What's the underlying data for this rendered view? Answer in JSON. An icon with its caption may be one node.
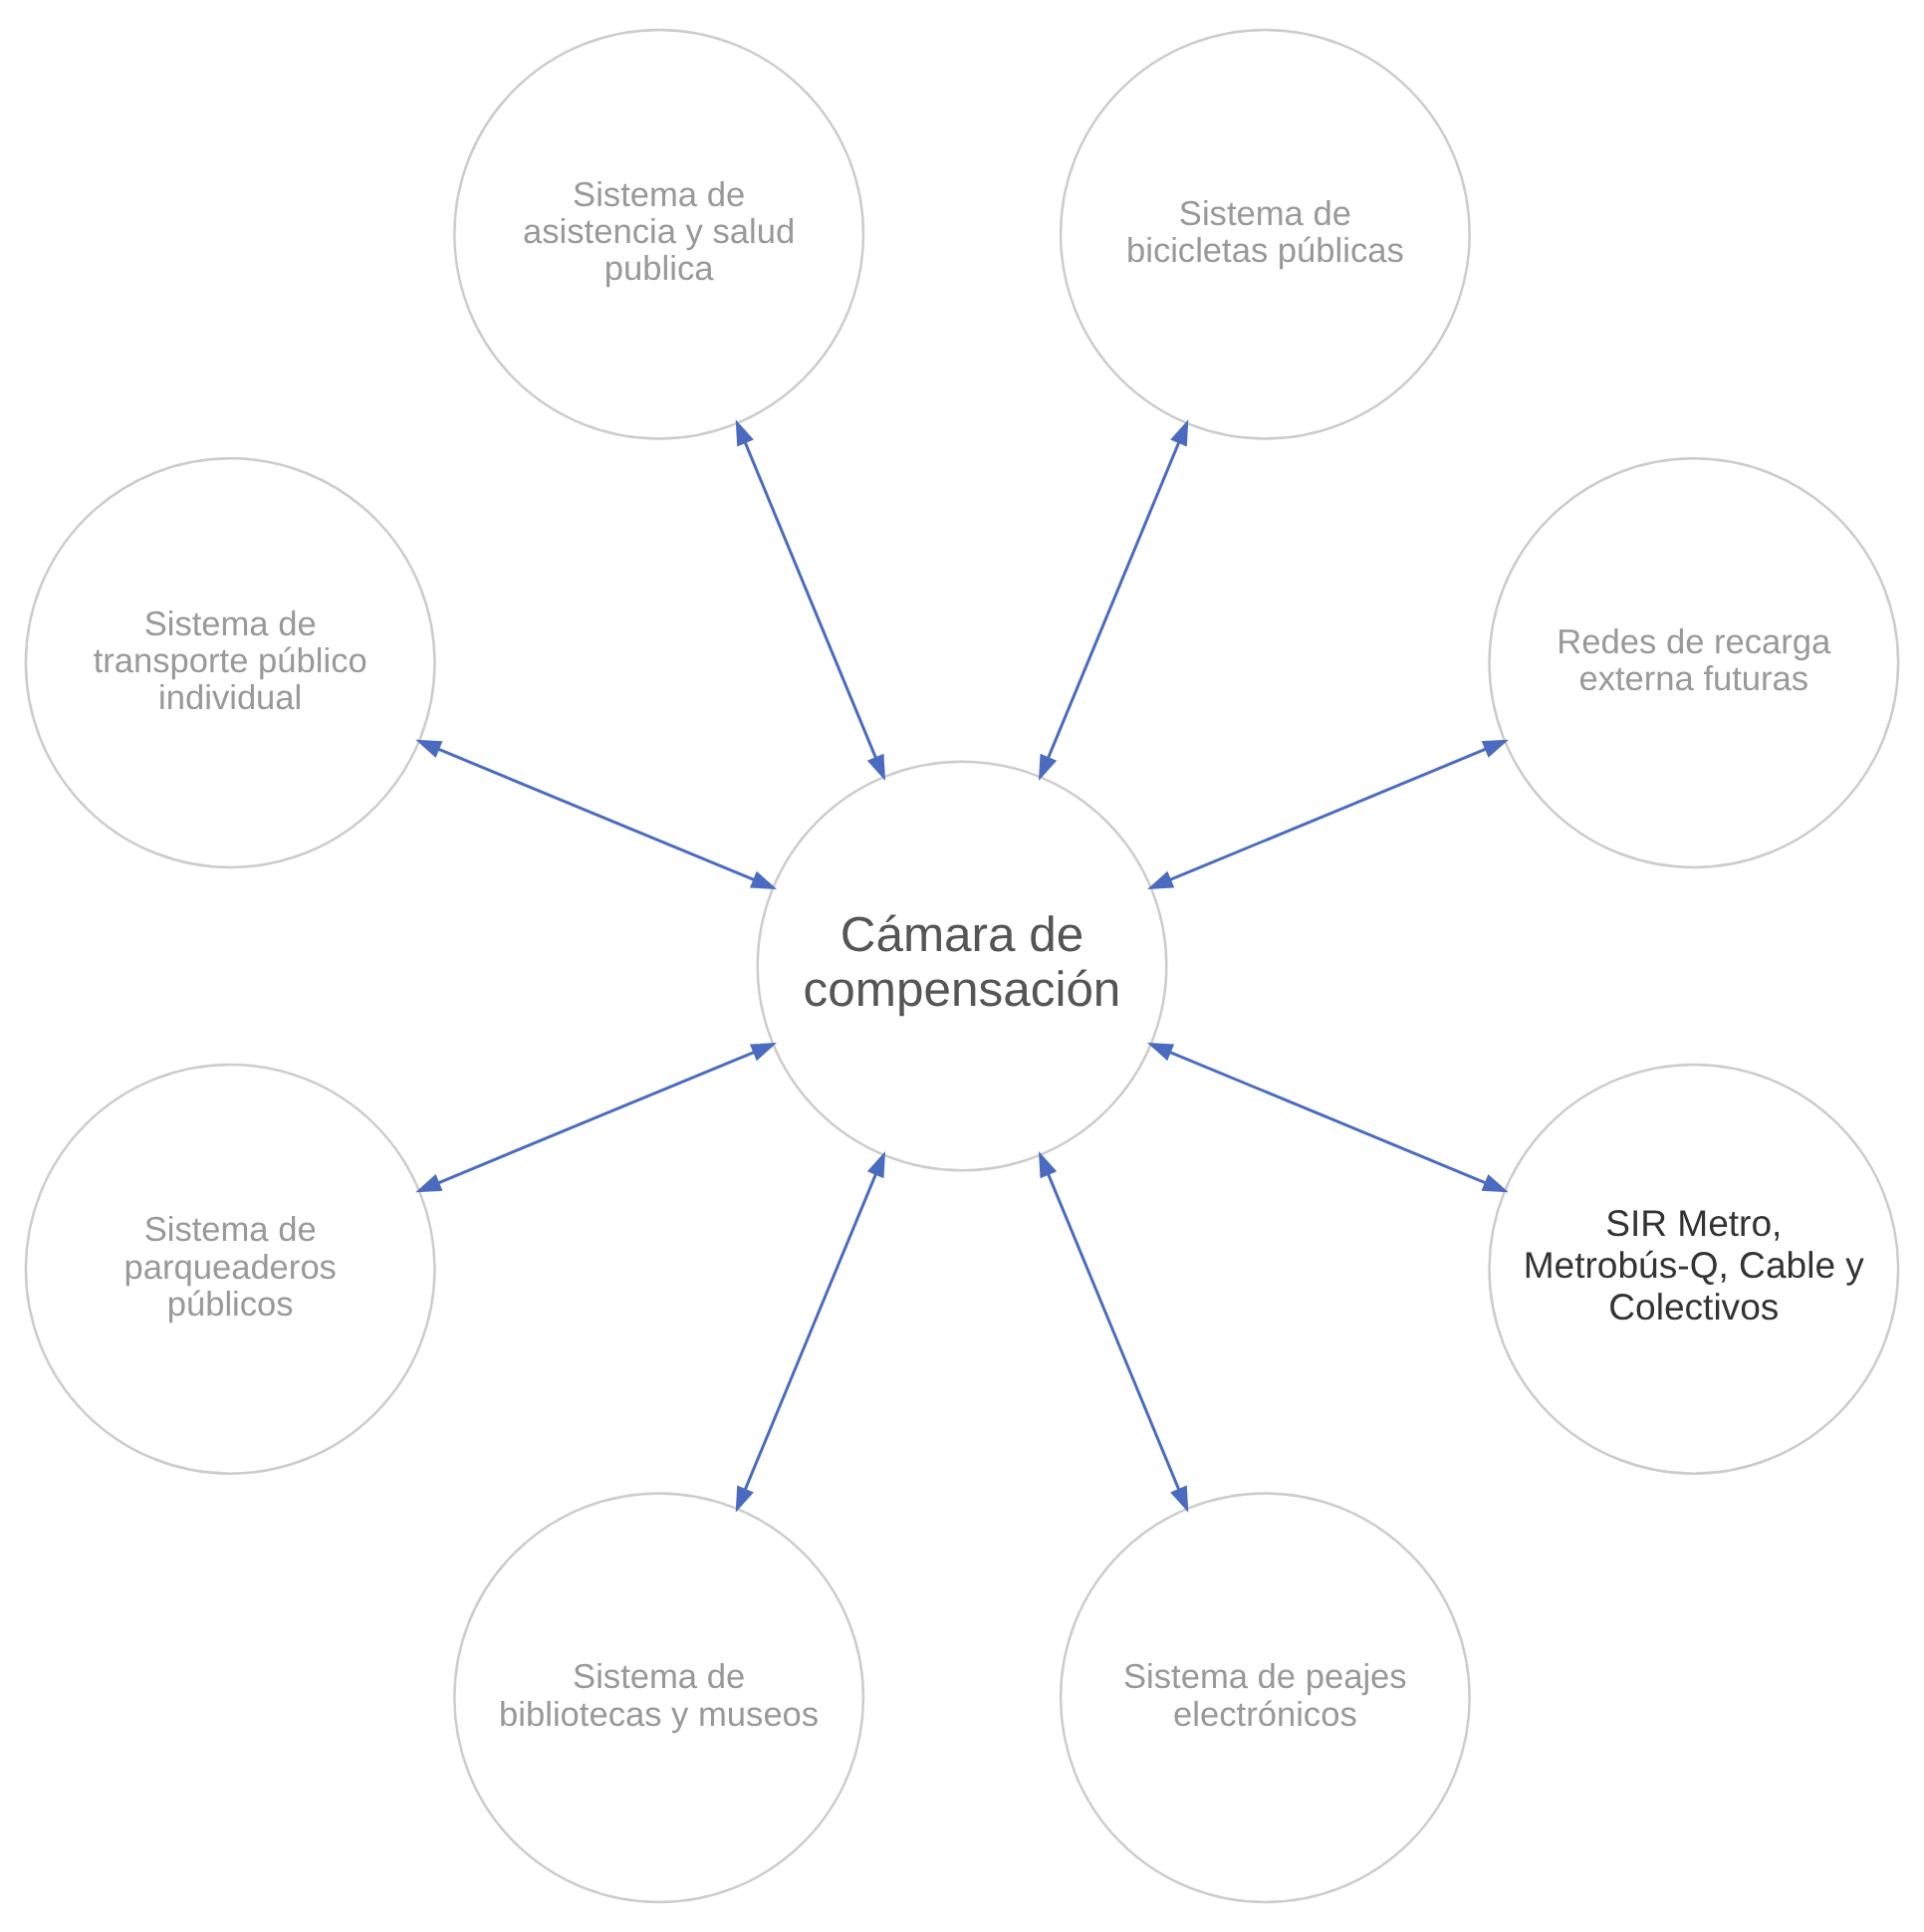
{
  "diagram": {
    "nodes": [
      {
        "text": [
          "Sistema de bicicletas públicas"
        ]
      },
      {
        "text": [
          "Sistema de asistencia y salud publica"
        ]
      },
      {
        "text": [
          "Sistema de transporte público individual"
        ]
      },
      {
        "text": [
          "Sistema de parqueaderos públicos"
        ]
      },
      {
        "text": [
          "Cámara de compensación"
        ]
      },
      {
        "text": [
          "Redes de recarga externa futuras"
        ]
      },
      {
        "text": [
          "Sistema de bibliotecas y museos"
        ]
      },
      {
        "text": [
          "Sistema de peajes electrónicos"
        ]
      },
      {
        "text": [
          "SIR Metro, Metrobús-Q, Cable y Colectivos"
        ]
      }
    ],
    "edges": [
      {
        "from": 0,
        "to": 4,
        "arrow": "both"
      },
      {
        "from": 1,
        "to": 4,
        "arrow": "both"
      },
      {
        "from": 2,
        "to": 4,
        "arrow": "both"
      },
      {
        "from": 3,
        "to": 4,
        "arrow": "both"
      },
      {
        "from": 4,
        "to": 5,
        "arrow": "both"
      },
      {
        "from": 6,
        "to": 4,
        "arrow": "both"
      },
      {
        "from": 7,
        "to": 4,
        "arrow": "both"
      },
      {
        "from": 8,
        "to": 4,
        "arrow": "both"
      }
    ]
  }
}
